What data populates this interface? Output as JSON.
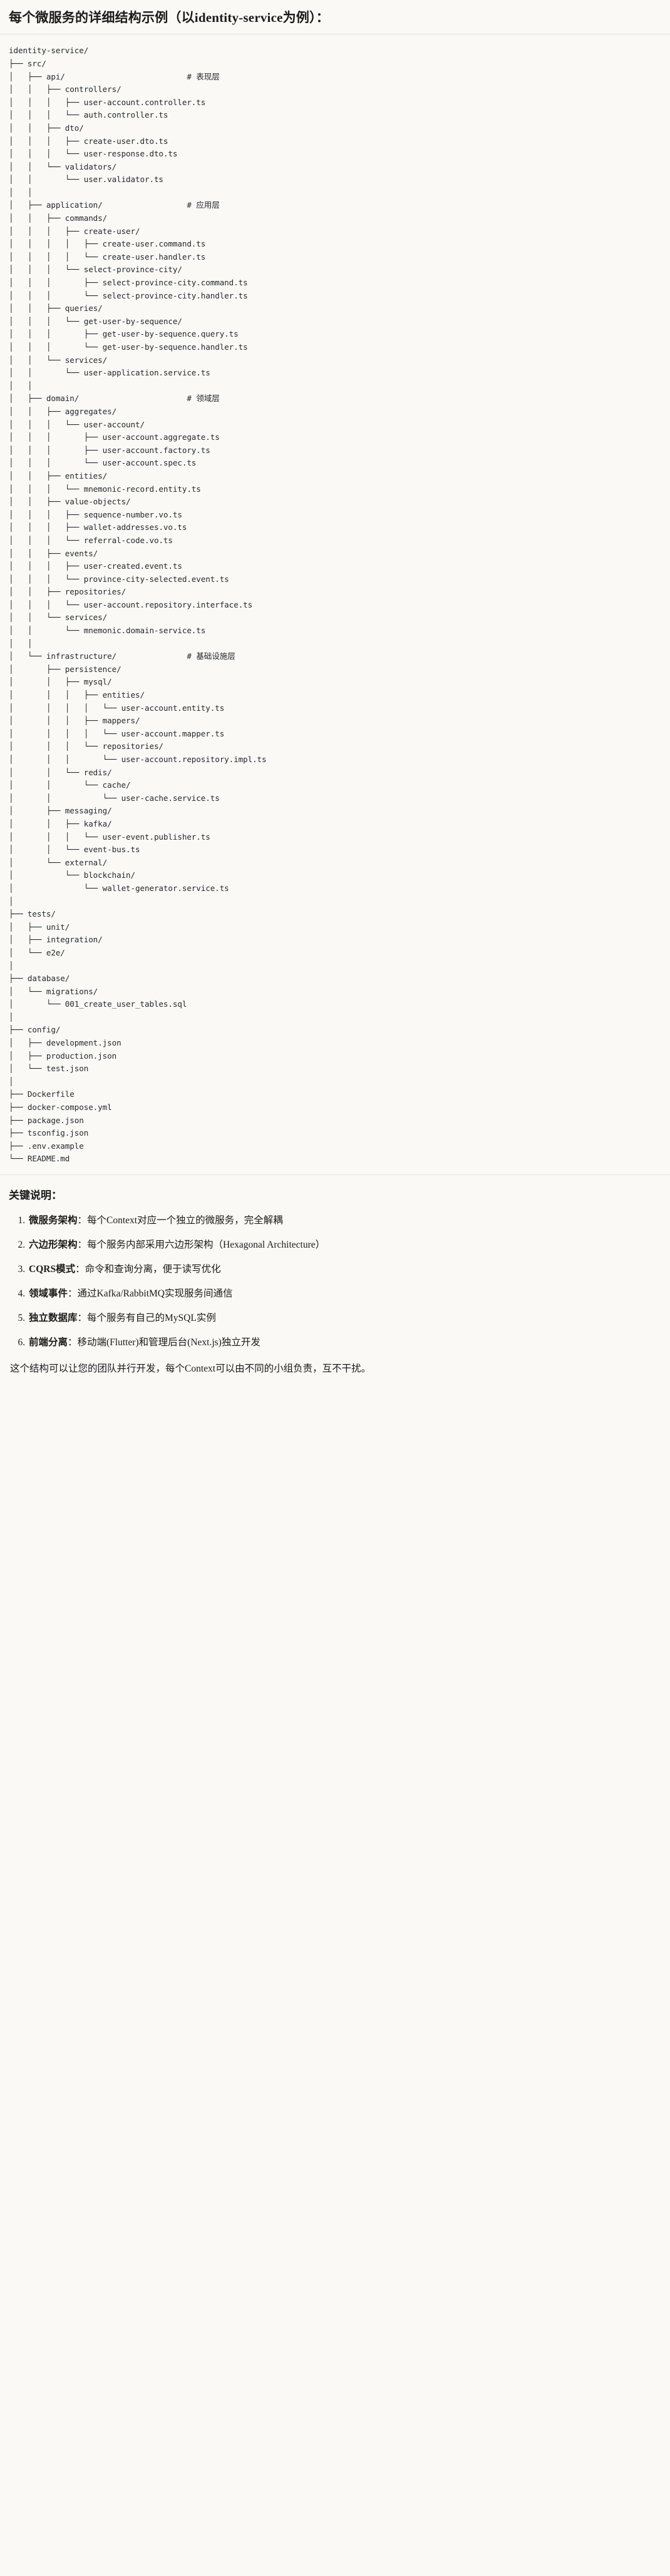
{
  "title": "每个微服务的详细结构示例（以identity-service为例）：",
  "tree": "identity-service/\n├── src/\n│   ├── api/                          # 表现层\n│   │   ├── controllers/\n│   │   │   ├── user-account.controller.ts\n│   │   │   └── auth.controller.ts\n│   │   ├── dto/\n│   │   │   ├── create-user.dto.ts\n│   │   │   └── user-response.dto.ts\n│   │   └── validators/\n│   │       └── user.validator.ts\n│   │\n│   ├── application/                  # 应用层\n│   │   ├── commands/\n│   │   │   ├── create-user/\n│   │   │   │   ├── create-user.command.ts\n│   │   │   │   └── create-user.handler.ts\n│   │   │   └── select-province-city/\n│   │   │       ├── select-province-city.command.ts\n│   │   │       └── select-province-city.handler.ts\n│   │   ├── queries/\n│   │   │   └── get-user-by-sequence/\n│   │   │       ├── get-user-by-sequence.query.ts\n│   │   │       └── get-user-by-sequence.handler.ts\n│   │   └── services/\n│   │       └── user-application.service.ts\n│   │\n│   ├── domain/                       # 领域层\n│   │   ├── aggregates/\n│   │   │   └── user-account/\n│   │   │       ├── user-account.aggregate.ts\n│   │   │       ├── user-account.factory.ts\n│   │   │       └── user-account.spec.ts\n│   │   ├── entities/\n│   │   │   └── mnemonic-record.entity.ts\n│   │   ├── value-objects/\n│   │   │   ├── sequence-number.vo.ts\n│   │   │   ├── wallet-addresses.vo.ts\n│   │   │   └── referral-code.vo.ts\n│   │   ├── events/\n│   │   │   ├── user-created.event.ts\n│   │   │   └── province-city-selected.event.ts\n│   │   ├── repositories/\n│   │   │   └── user-account.repository.interface.ts\n│   │   └── services/\n│   │       └── mnemonic.domain-service.ts\n│   │\n│   └── infrastructure/               # 基础设施层\n│       ├── persistence/\n│       │   ├── mysql/\n│       │   │   ├── entities/\n│       │   │   │   └── user-account.entity.ts\n│       │   │   ├── mappers/\n│       │   │   │   └── user-account.mapper.ts\n│       │   │   └── repositories/\n│       │   │       └── user-account.repository.impl.ts\n│       │   └── redis/\n│       │       └── cache/\n│       │           └── user-cache.service.ts\n│       ├── messaging/\n│       │   ├── kafka/\n│       │   │   └── user-event.publisher.ts\n│       │   └── event-bus.ts\n│       └── external/\n│           └── blockchain/\n│               └── wallet-generator.service.ts\n│\n├── tests/\n│   ├── unit/\n│   ├── integration/\n│   └── e2e/\n│\n├── database/\n│   └── migrations/\n│       └── 001_create_user_tables.sql\n│\n├── config/\n│   ├── development.json\n│   ├── production.json\n│   └── test.json\n│\n├── Dockerfile\n├── docker-compose.yml\n├── package.json\n├── tsconfig.json\n├── .env.example\n└── README.md",
  "notes": {
    "heading": "关键说明：",
    "items": [
      {
        "term": "微服务架构",
        "rest": "：每个Context对应一个独立的微服务，完全解耦"
      },
      {
        "term": "六边形架构",
        "rest": "：每个服务内部采用六边形架构（Hexagonal Architecture）"
      },
      {
        "term": "CQRS模式",
        "rest": "：命令和查询分离，便于读写优化"
      },
      {
        "term": "领域事件",
        "rest": "：通过Kafka/RabbitMQ实现服务间通信"
      },
      {
        "term": "独立数据库",
        "rest": "：每个服务有自己的MySQL实例"
      },
      {
        "term": "前端分离",
        "rest": "：移动端(Flutter)和管理后台(Next.js)独立开发"
      }
    ],
    "closing": "这个结构可以让您的团队并行开发，每个Context可以由不同的小组负责，互不干扰。"
  },
  "colors": {
    "background": "#faf9f6",
    "text": "#1a1a1a",
    "code_text": "#24292e",
    "divider": "#e3e1db"
  }
}
